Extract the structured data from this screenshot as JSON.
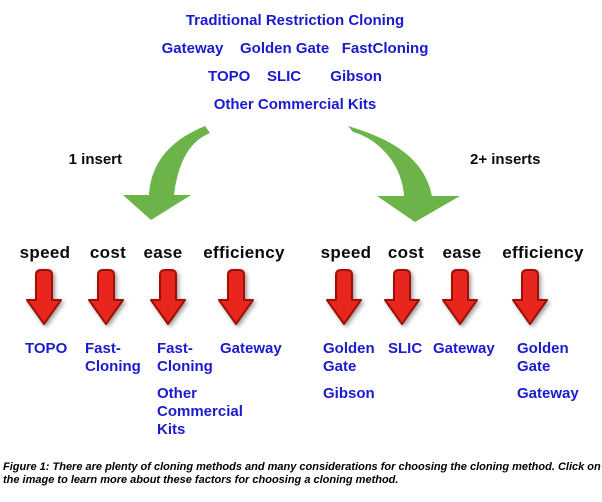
{
  "methods_header": {
    "line1": "Traditional Restriction Cloning",
    "line2": "Gateway    Golden Gate   FastCloning",
    "line3": "TOPO    SLIC       Gibson",
    "line4": "Other Commercial Kits"
  },
  "branches": {
    "left_label": "1 insert",
    "right_label": "2+ inserts"
  },
  "left_columns": [
    {
      "factor": "speed",
      "blocks": [
        [
          "TOPO"
        ]
      ]
    },
    {
      "factor": "cost",
      "blocks": [
        [
          "Fast-",
          "Cloning"
        ]
      ]
    },
    {
      "factor": "ease",
      "blocks": [
        [
          "Fast-",
          "Cloning"
        ],
        [
          "Other",
          "Commercial",
          "Kits"
        ]
      ]
    },
    {
      "factor": "efficiency",
      "blocks": [
        [
          "Gateway"
        ]
      ]
    }
  ],
  "right_columns": [
    {
      "factor": "speed",
      "blocks": [
        [
          "Golden",
          "Gate"
        ],
        [
          "Gibson"
        ]
      ]
    },
    {
      "factor": "cost",
      "blocks": [
        [
          "SLIC"
        ]
      ]
    },
    {
      "factor": "ease",
      "blocks": [
        [
          "Gateway"
        ]
      ]
    },
    {
      "factor": "efficiency",
      "blocks": [
        [
          "Golden",
          "Gate"
        ],
        [
          "Gateway"
        ]
      ]
    }
  ],
  "caption": "Figure 1: There are plenty of cloning methods and many considerations for choosing the cloning method. Click on the image to learn more about these factors for choosing a cloning method.",
  "colors": {
    "method_blue": "#1b1bce",
    "arrow_green": "#6cb44a",
    "arrow_red": "#e8261d",
    "arrow_red_outline": "#9e1006"
  }
}
